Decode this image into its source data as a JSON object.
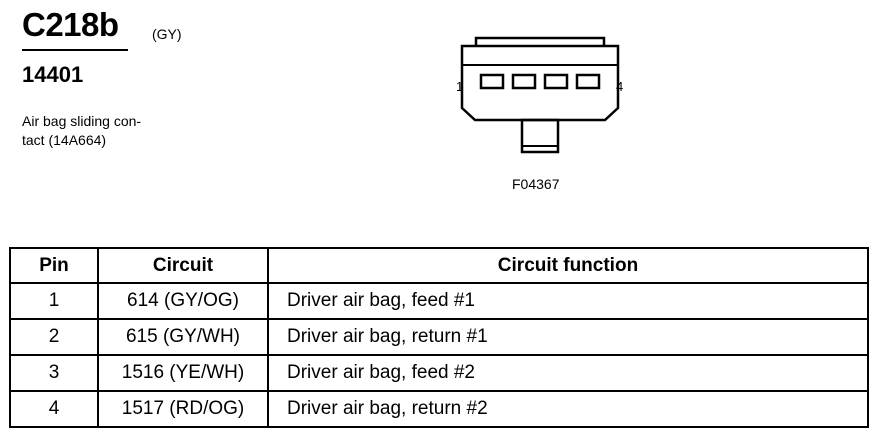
{
  "connector": {
    "id": "C218b",
    "color": "(GY)",
    "part_number": "14401",
    "description": "Air bag sliding con-\ntact (14A664)"
  },
  "diagram": {
    "pin_label_left": "1",
    "pin_label_right": "4",
    "figure_id": "F04367"
  },
  "table": {
    "headers": [
      "Pin",
      "Circuit",
      "Circuit function"
    ],
    "rows": [
      [
        "1",
        "614 (GY/OG)",
        "Driver air bag, feed #1"
      ],
      [
        "2",
        "615 (GY/WH)",
        "Driver air bag, return #1"
      ],
      [
        "3",
        "1516 (YE/WH)",
        "Driver air bag, feed #2"
      ],
      [
        "4",
        "1517 (RD/OG)",
        "Driver air bag, return #2"
      ]
    ]
  }
}
